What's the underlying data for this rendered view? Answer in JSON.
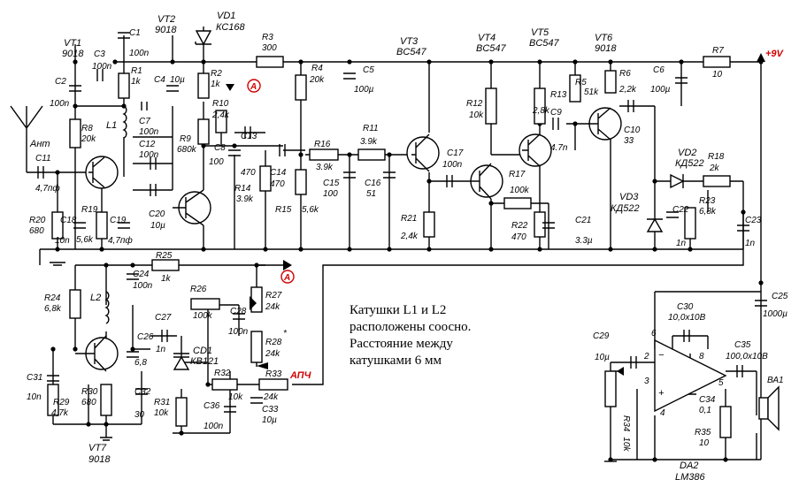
{
  "supply": {
    "label": "+9V"
  },
  "note": {
    "line1": "Катушки L1 и L2",
    "line2": "расположены соосно.",
    "line3": "Расстояние между",
    "line4": "катушками 6 мм"
  },
  "markers": {
    "a1": "A",
    "a2": "A",
    "afc": "АПЧ"
  },
  "antenna": {
    "label": "Ант"
  },
  "ic": {
    "ref": "DA2",
    "type": "LM386",
    "pin2": "2",
    "pin3": "3",
    "pin4": "4",
    "pin5": "5",
    "pin6": "6",
    "pin8": "8",
    "minus": "−",
    "plus": "+"
  },
  "speaker": {
    "ref": "ВА1"
  },
  "components": {
    "VT1": {
      "ref": "VT1",
      "val": "9018"
    },
    "VT2": {
      "ref": "VT2",
      "val": "9018"
    },
    "VT3": {
      "ref": "VT3",
      "val": "BC547"
    },
    "VT4": {
      "ref": "VT4",
      "val": "BC547"
    },
    "VT5": {
      "ref": "VT5",
      "val": "BC547"
    },
    "VT6": {
      "ref": "VT6",
      "val": "9018"
    },
    "VT7": {
      "ref": "VT7",
      "val": "9018"
    },
    "VD1": {
      "ref": "VD1",
      "val": "КС168"
    },
    "VD2": {
      "ref": "VD2",
      "val": "КД522"
    },
    "VD3": {
      "ref": "VD3",
      "val": "КД522"
    },
    "CD1": {
      "ref": "CD1",
      "val": "КВ121"
    },
    "L1": {
      "ref": "L1"
    },
    "L2": {
      "ref": "L2"
    },
    "R1": {
      "ref": "R1",
      "val": "1k"
    },
    "R2": {
      "ref": "R2",
      "val": "1k"
    },
    "R3": {
      "ref": "R3",
      "val": "300"
    },
    "R4": {
      "ref": "R4",
      "val": "20k"
    },
    "R5": {
      "ref": "R5",
      "val": "51k"
    },
    "R6": {
      "ref": "R6",
      "val": "2,2k"
    },
    "R7": {
      "ref": "R7",
      "val": "10"
    },
    "R8": {
      "ref": "R8",
      "val": "20k"
    },
    "R9": {
      "ref": "R9",
      "val": "680k"
    },
    "R10": {
      "ref": "R10",
      "val": "2,4k"
    },
    "R11": {
      "ref": "R11",
      "val": "3.9k"
    },
    "R12": {
      "ref": "R12",
      "val": "10k"
    },
    "R13": {
      "ref": "R13",
      "val": "2,8k"
    },
    "R14": {
      "ref": "R14",
      "val": "3.9k"
    },
    "R15": {
      "ref": "R15",
      "val": "5,6k"
    },
    "R16": {
      "ref": "R16",
      "val": "3.9k"
    },
    "R17": {
      "ref": "R17",
      "val": "100k"
    },
    "R18": {
      "ref": "R18",
      "val": "2k"
    },
    "R19": {
      "ref": "R19",
      "val": "5,6k"
    },
    "R20": {
      "ref": "R20",
      "val": "680"
    },
    "R21": {
      "ref": "R21",
      "val": "2,4k"
    },
    "R22": {
      "ref": "R22",
      "val": "470"
    },
    "R23": {
      "ref": "R23",
      "val": "6,8k"
    },
    "R24": {
      "ref": "R24",
      "val": "6,8k"
    },
    "R25": {
      "ref": "R25",
      "val": "1k"
    },
    "R26": {
      "ref": "R26",
      "val": "100k"
    },
    "R27": {
      "ref": "R27",
      "val": "24k"
    },
    "R28": {
      "ref": "R28",
      "val": "24k"
    },
    "R29": {
      "ref": "R29",
      "val": "4,7k"
    },
    "R30": {
      "ref": "R30",
      "val": "680"
    },
    "R31": {
      "ref": "R31",
      "val": "10k"
    },
    "R32": {
      "ref": "R32",
      "val": "10k"
    },
    "R33": {
      "ref": "R33",
      "val": "24k"
    },
    "R34": {
      "ref": "R34",
      "val": "10k"
    },
    "R35": {
      "ref": "R35",
      "val": "10"
    },
    "C1": {
      "ref": "C1",
      "val": "100n"
    },
    "C2": {
      "ref": "C2",
      "val": "100n"
    },
    "C3": {
      "ref": "C3",
      "val": "100n"
    },
    "C4": {
      "ref": "C4",
      "val": "10µ"
    },
    "C5": {
      "ref": "C5",
      "val": "100µ"
    },
    "C6": {
      "ref": "C6",
      "val": "100µ"
    },
    "C7": {
      "ref": "C7",
      "val": "100n"
    },
    "C8": {
      "ref": "C8",
      "val": "100"
    },
    "C9": {
      "ref": "C9",
      "val": "4.7n"
    },
    "C10": {
      "ref": "C10",
      "val": "33"
    },
    "C11": {
      "ref": "C11",
      "val": "4,7пф"
    },
    "C12": {
      "ref": "C12",
      "val": "100n"
    },
    "C13": {
      "ref": "C13",
      "val": "470"
    },
    "C14": {
      "ref": "C14",
      "val": "470"
    },
    "C15": {
      "ref": "C15",
      "val": "100"
    },
    "C16": {
      "ref": "C16",
      "val": "51"
    },
    "C17": {
      "ref": "C17",
      "val": "100n"
    },
    "C18": {
      "ref": "C18",
      "val": "10n"
    },
    "C19": {
      "ref": "C19",
      "val": "4,7пф"
    },
    "C20": {
      "ref": "C20",
      "val": "10µ"
    },
    "C21": {
      "ref": "C21",
      "val": "3.3µ"
    },
    "C22": {
      "ref": "C22",
      "val": "1n"
    },
    "C23": {
      "ref": "C23",
      "val": "1n"
    },
    "C24": {
      "ref": "C24",
      "val": "100n"
    },
    "C25": {
      "ref": "C25",
      "val": "1000µ"
    },
    "C26": {
      "ref": "C26",
      "val": "6,8"
    },
    "C27": {
      "ref": "C27",
      "val": "1n"
    },
    "C28": {
      "ref": "C28",
      "val": "100n"
    },
    "C29": {
      "ref": "C29",
      "val": "10µ"
    },
    "C30": {
      "ref": "C30",
      "val": "10,0x10B"
    },
    "C31": {
      "ref": "C31",
      "val": "10n"
    },
    "C32": {
      "ref": "C32",
      "val": "30"
    },
    "C33": {
      "ref": "C33",
      "val": "10µ"
    },
    "C34": {
      "ref": "C34",
      "val": "0,1"
    },
    "C35": {
      "ref": "C35",
      "val": "100,0x10B"
    },
    "C36": {
      "ref": "C36",
      "val": "100n"
    }
  }
}
